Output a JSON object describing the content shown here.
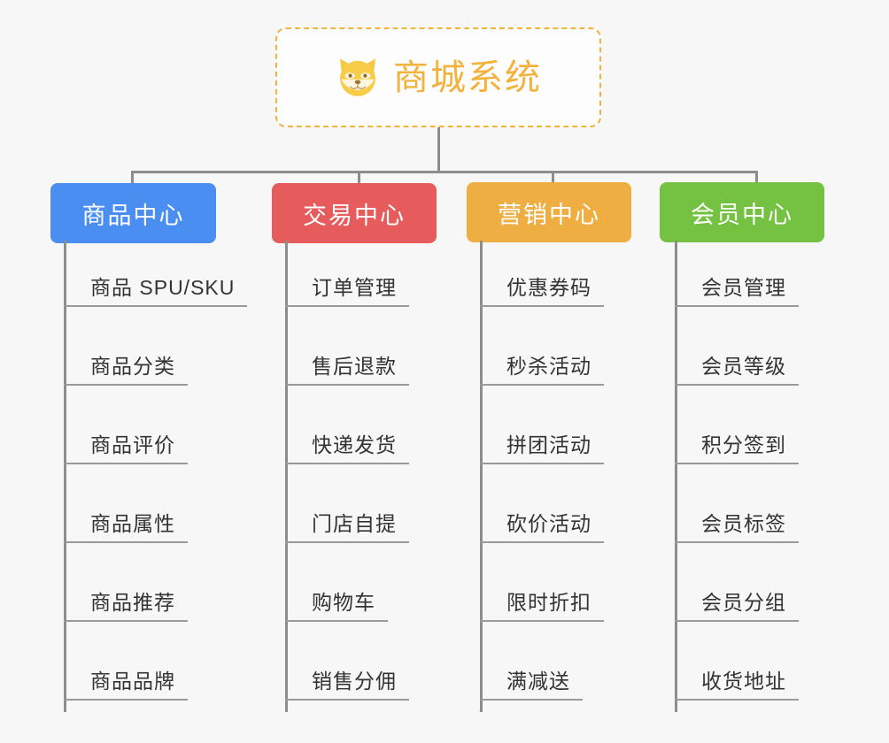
{
  "page": {
    "background_color": "#f7f7f7",
    "type": "mindmap"
  },
  "root": {
    "title": "商城系统",
    "icon": "shiba-dog-icon",
    "border_color": "#f2b33d",
    "text_color": "#f2b23c",
    "background_color": "#fdfdfd"
  },
  "branches": [
    {
      "label": "商品中心",
      "color": "#4a8ef2",
      "items": [
        "商品 SPU/SKU",
        "商品分类",
        "商品评价",
        "商品属性",
        "商品推荐",
        "商品品牌"
      ]
    },
    {
      "label": "交易中心",
      "color": "#e65c5c",
      "items": [
        "订单管理",
        "售后退款",
        "快递发货",
        "门店自提",
        "购物车",
        "销售分佣"
      ]
    },
    {
      "label": "营销中心",
      "color": "#eeae41",
      "items": [
        "优惠券码",
        "秒杀活动",
        "拼团活动",
        "砍价活动",
        "限时折扣",
        "满减送"
      ]
    },
    {
      "label": "会员中心",
      "color": "#75c243",
      "items": [
        "会员管理",
        "会员等级",
        "积分签到",
        "会员标签",
        "会员分组",
        "收货地址"
      ]
    }
  ],
  "connector": {
    "color": "#8d8d8d"
  }
}
